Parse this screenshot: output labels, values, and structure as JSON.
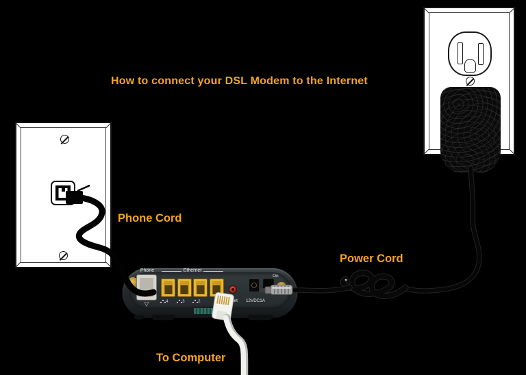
{
  "title": "How to connect your DSL Modem to the Internet",
  "labels": {
    "phone_cord": "Phone Cord",
    "power_cord": "Power Cord",
    "to_computer": "To Computer"
  },
  "modem": {
    "phone_port_label": "Phone",
    "ethernet_group_label": "Ethernet",
    "port_numbers": [
      "4",
      "3",
      "2"
    ],
    "reset_label": "Reset",
    "power_input_label": "12VDC1A",
    "power_switch_label": "On"
  },
  "colors": {
    "background": "#000000",
    "accent_orange": "#F6A41E",
    "ethernet_port_yellow": "#ECB32D",
    "reset_button_red": "#C23A20",
    "vent_teal": "#2F6E62"
  }
}
